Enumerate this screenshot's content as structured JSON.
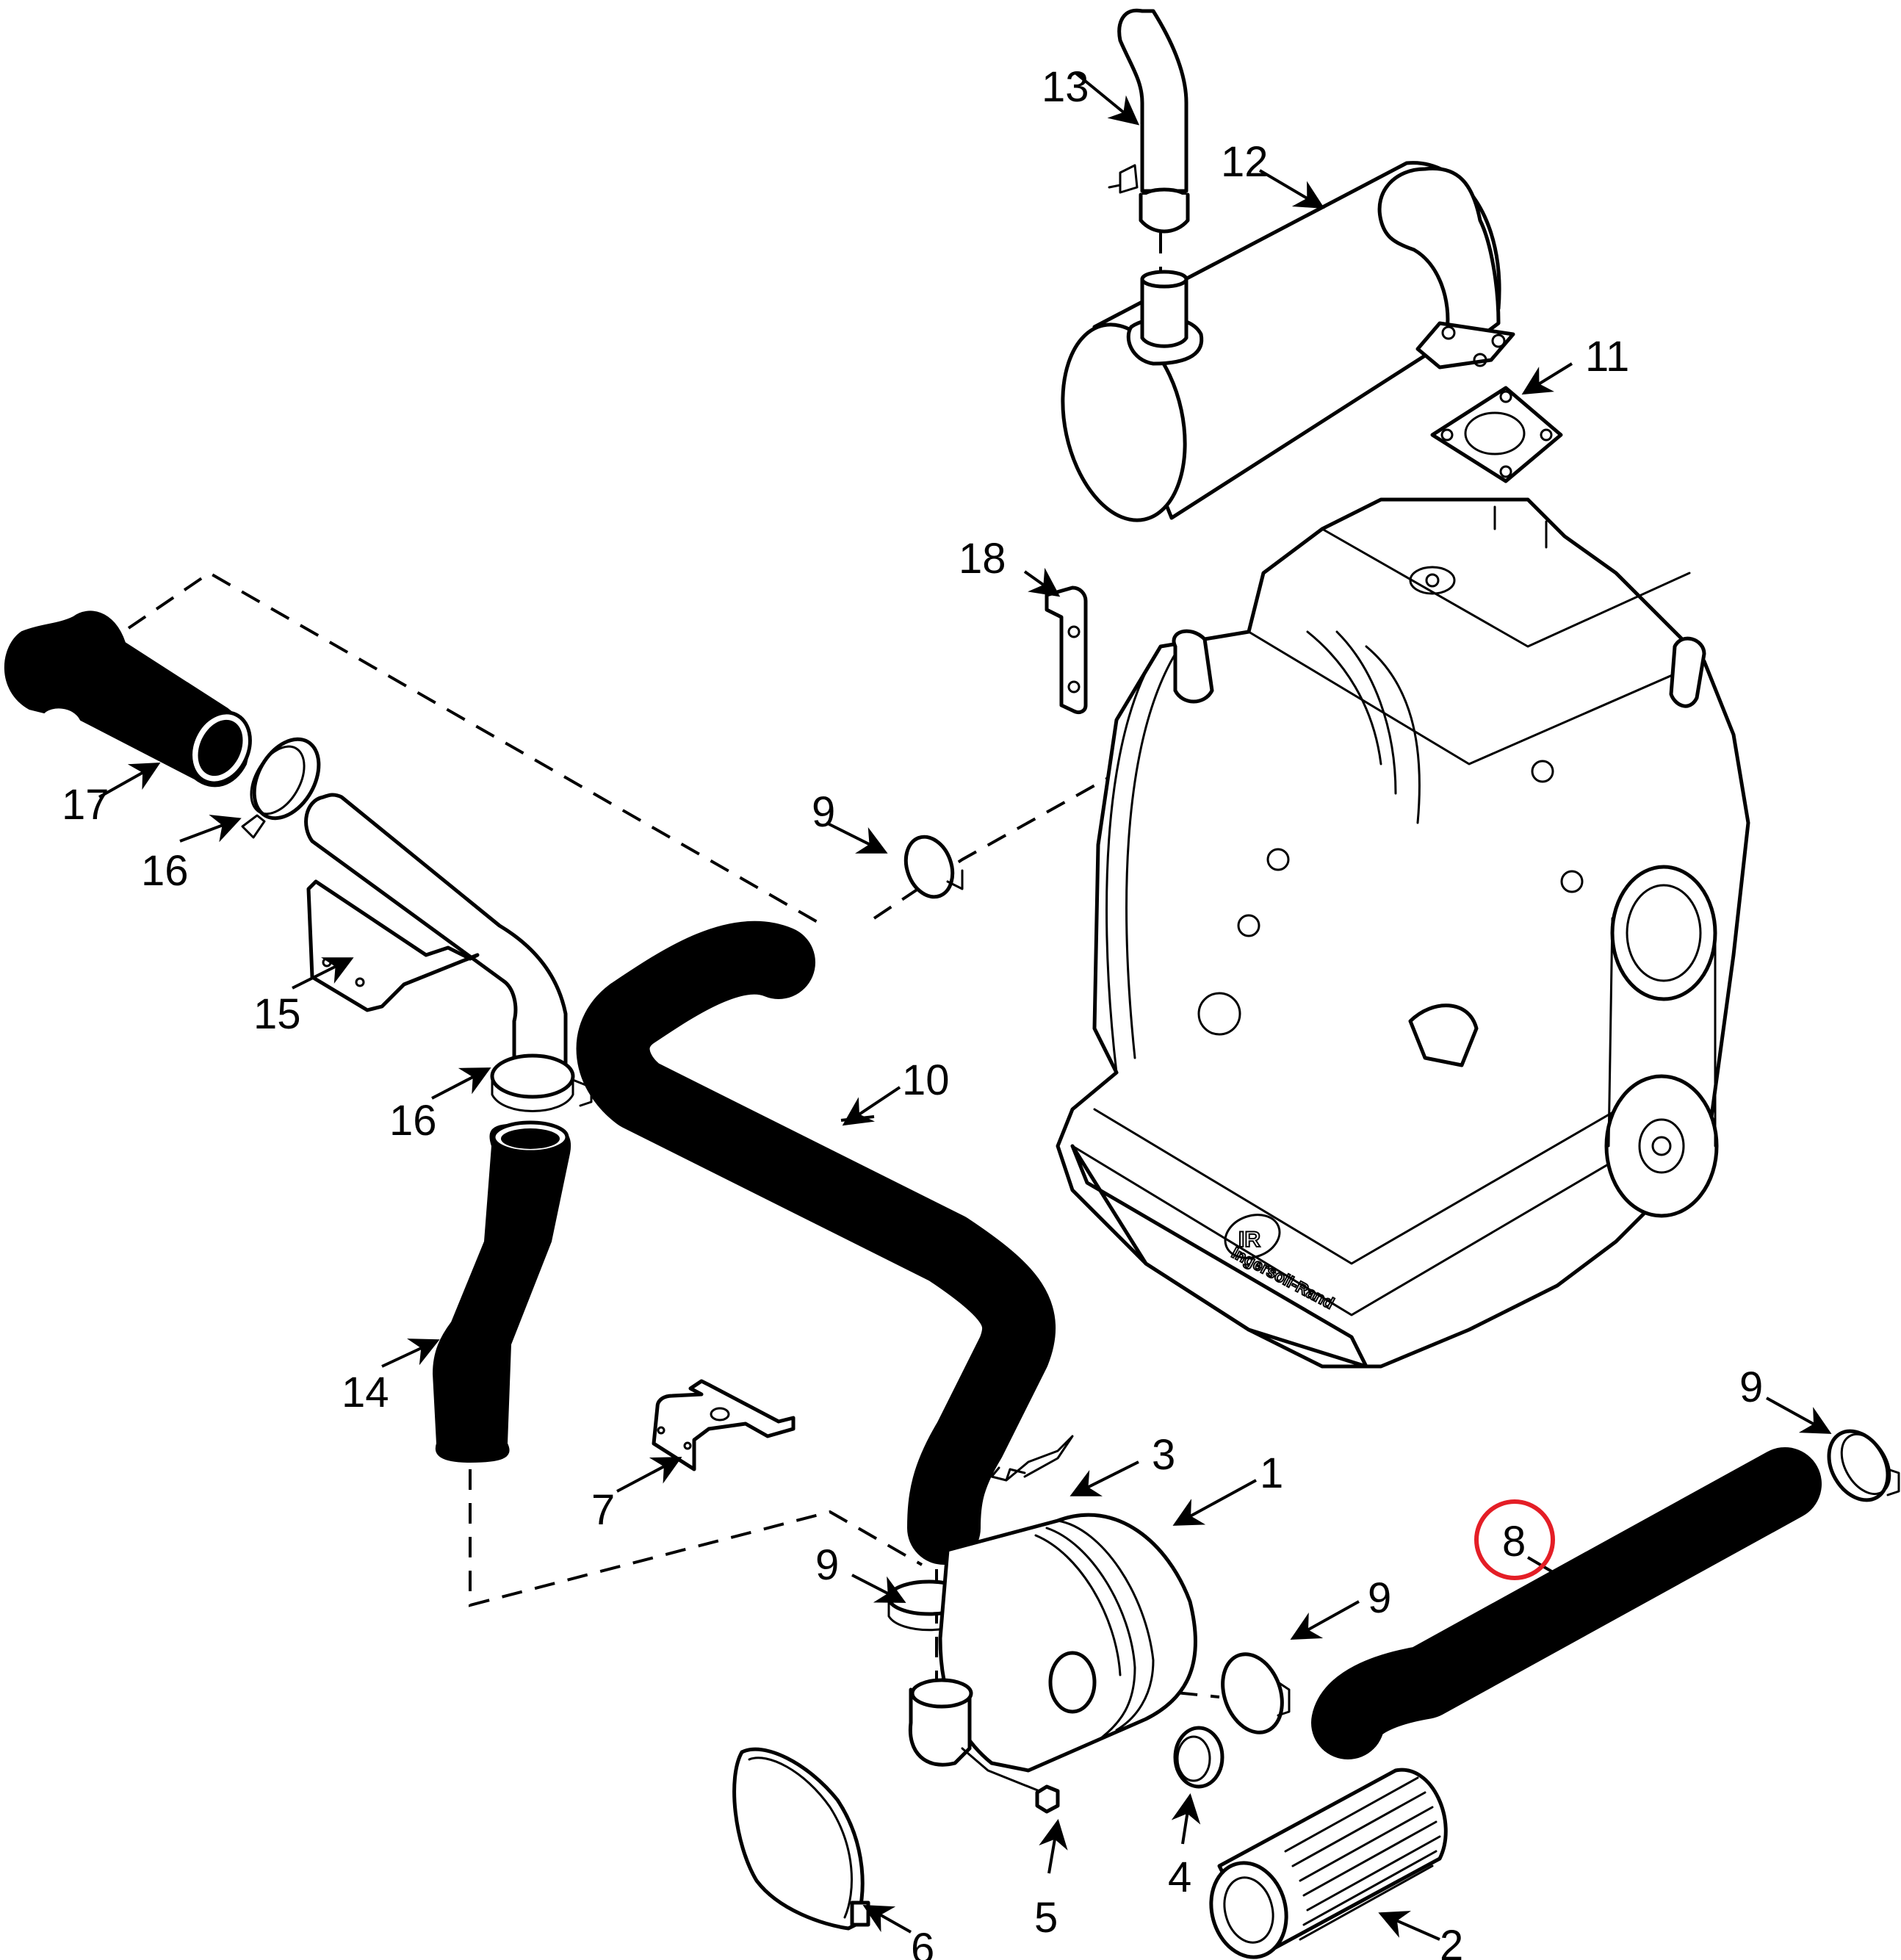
{
  "diagram": {
    "type": "exploded-parts-diagram",
    "subject": "Engine air intake and exhaust assembly",
    "highlight_color": "#e41e26",
    "highlighted_callout": "8",
    "engine_logo": {
      "monogram": "IR",
      "brand_text": "Ingersoll-Rand"
    },
    "parts": [
      {
        "callout": "1",
        "description": "air-cleaner-housing"
      },
      {
        "callout": "2",
        "description": "air-filter-element"
      },
      {
        "callout": "3",
        "description": "retaining-clip"
      },
      {
        "callout": "4",
        "description": "seal-ring"
      },
      {
        "callout": "5",
        "description": "bolt"
      },
      {
        "callout": "6",
        "description": "band-clamp"
      },
      {
        "callout": "7",
        "description": "mounting-bracket"
      },
      {
        "callout": "8",
        "description": "intake-hose",
        "highlighted": true
      },
      {
        "callout": "9",
        "description": "hose-clamp"
      },
      {
        "callout": "10",
        "description": "intake-hose"
      },
      {
        "callout": "11",
        "description": "exhaust-gasket"
      },
      {
        "callout": "12",
        "description": "muffler"
      },
      {
        "callout": "13",
        "description": "exhaust-tailpipe"
      },
      {
        "callout": "14",
        "description": "hose"
      },
      {
        "callout": "15",
        "description": "tube-with-bracket"
      },
      {
        "callout": "16",
        "description": "hose-clamp"
      },
      {
        "callout": "17",
        "description": "elbow-hose"
      },
      {
        "callout": "18",
        "description": "bracket"
      }
    ],
    "labels": {
      "l1": "1",
      "l2": "2",
      "l3": "3",
      "l4": "4",
      "l5": "5",
      "l6": "6",
      "l7": "7",
      "l8": "8",
      "l9a": "9",
      "l9b": "9",
      "l9c": "9",
      "l9d": "9",
      "l10": "10",
      "l11": "11",
      "l12": "12",
      "l13": "13",
      "l14": "14",
      "l15": "15",
      "l16a": "16",
      "l16b": "16",
      "l17": "17",
      "l18": "18"
    }
  }
}
